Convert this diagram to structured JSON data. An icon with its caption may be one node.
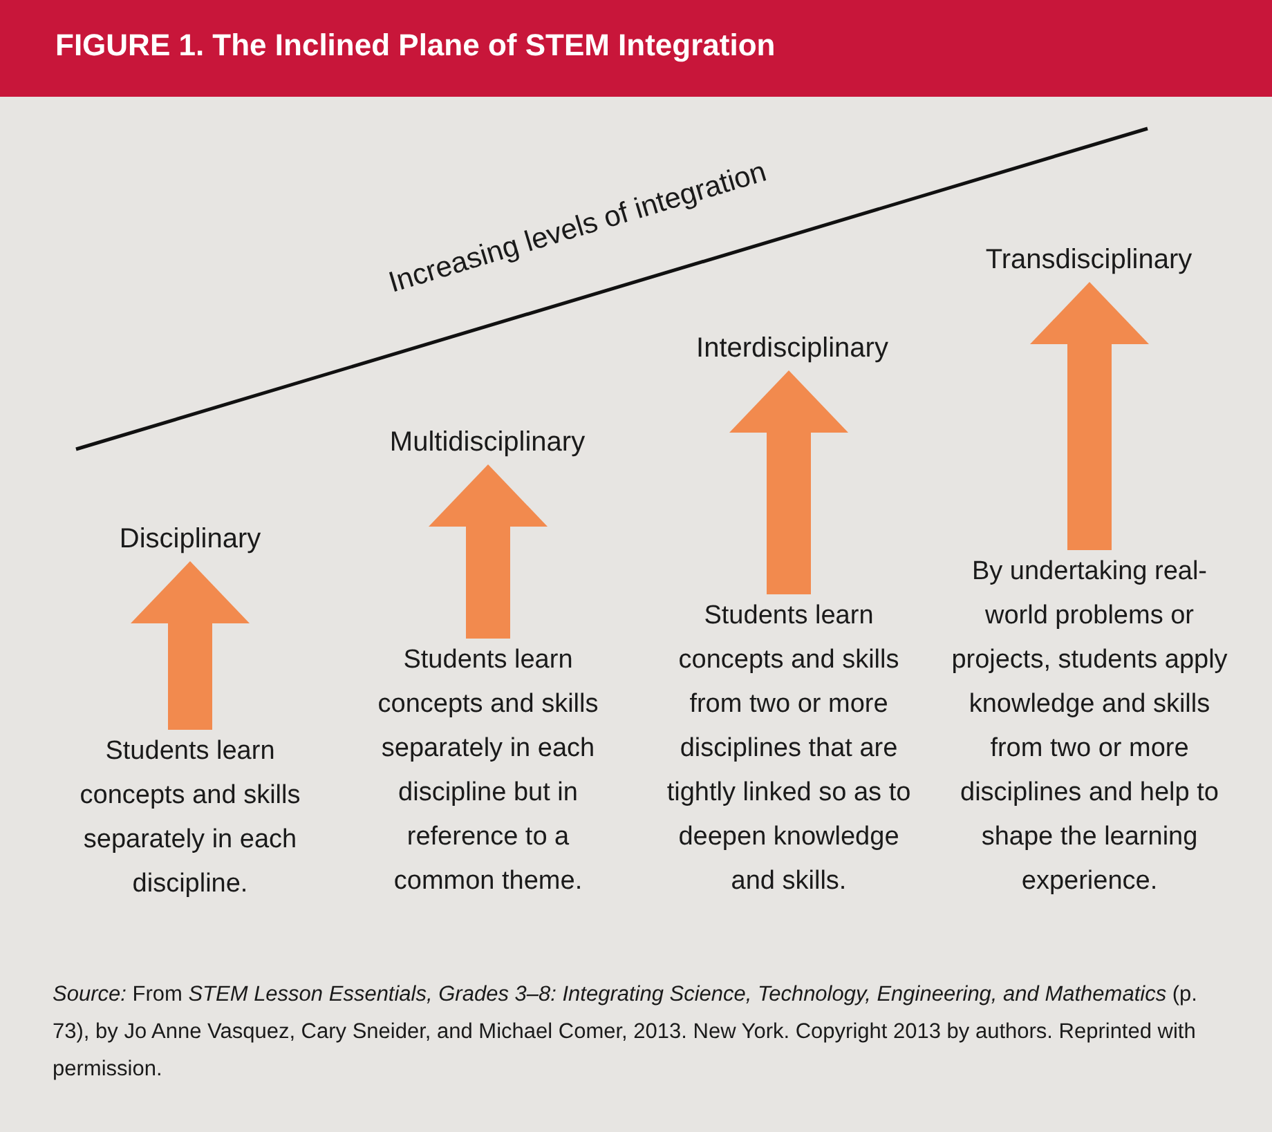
{
  "diagram": {
    "title": "FIGURE 1. The Inclined Plane of STEM Integration",
    "nodes": [
      {
        "text": [
          "Disciplinary"
        ]
      },
      {
        "text": [
          "Students learn concepts and skills separately in each discipline."
        ]
      },
      {
        "text": [
          "Multidisciplinary"
        ]
      },
      {
        "text": [
          "Students learn concepts and skills separately in each discipline but in reference to a common theme."
        ]
      },
      {
        "text": [
          "Interdisciplinary"
        ]
      },
      {
        "text": [
          "Students learn concepts and skills from two or more disciplines that are tightly linked so as to deepen knowledge and skills."
        ]
      },
      {
        "text": [
          "Transdisciplinary"
        ]
      },
      {
        "text": [
          "By undertaking real-world problems or projects, students apply knowledge and skills from two or more disciplines and help to shape the learning experience."
        ]
      }
    ],
    "edges": [
      {
        "from": 1,
        "to": 0,
        "arrow": "to"
      },
      {
        "from": 3,
        "to": 2,
        "arrow": "to"
      },
      {
        "from": 5,
        "to": 4,
        "arrow": "to"
      },
      {
        "from": 7,
        "to": 6,
        "arrow": "to"
      }
    ],
    "labels": [
      "Increasing levels of integration"
    ],
    "caption": "*Source:* From *STEM Lesson Essentials, Grades 3–8: Integrating Science, Technology, Engineering, and Mathematics* (p. 73), by Jo Anne Vasquez, Cary Sneider, and Michael Comer, 2013. New York. Copyright 2013 by authors. Reprinted with permission."
  }
}
